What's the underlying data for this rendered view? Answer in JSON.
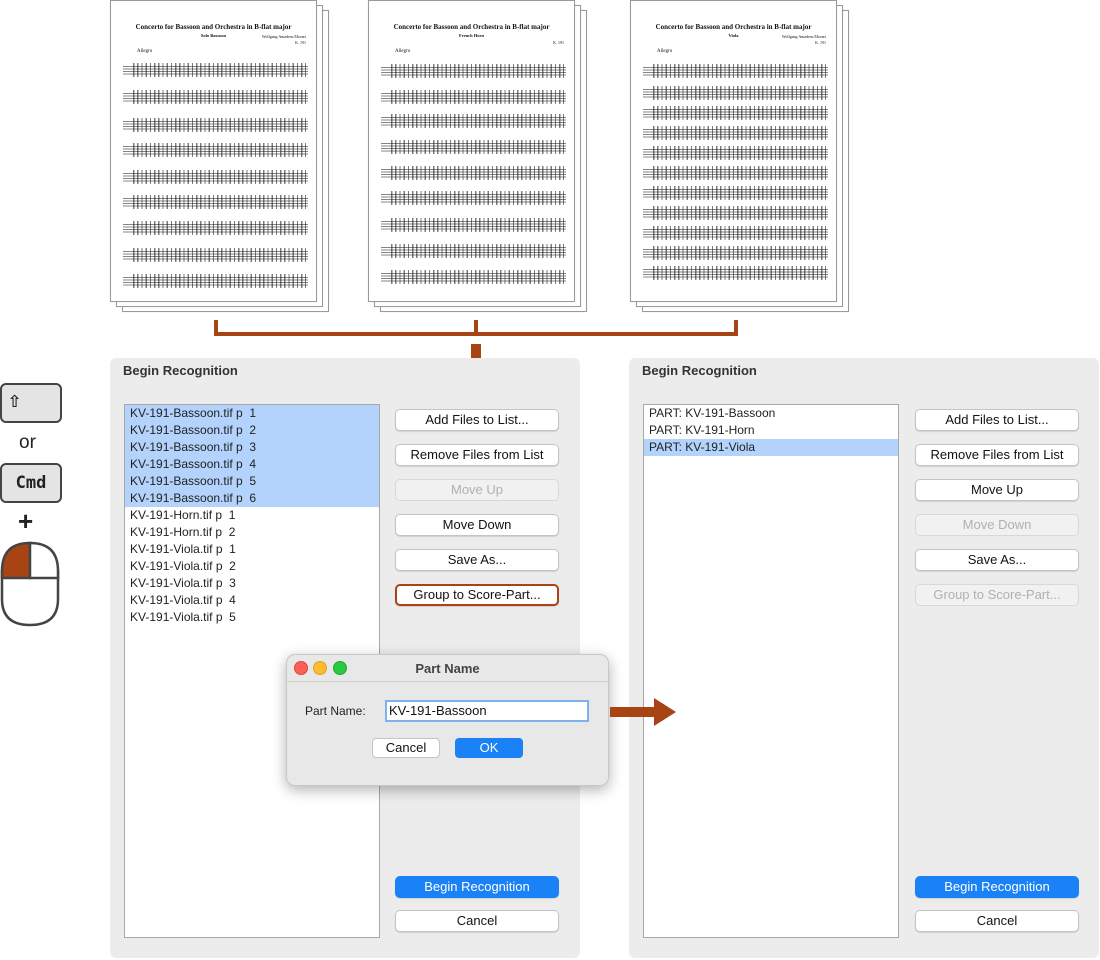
{
  "sheets": [
    {
      "title": "Concerto for Bassoon and Orchestra in B-flat major",
      "subtitle": "Solo Bassoon",
      "composer": "Wolfgang Amadeus Mozart",
      "catalog": "K. 191",
      "tempo": "Allegro"
    },
    {
      "title": "Concerto for Bassoon and Orchestra in B-flat major",
      "subtitle": "French Horn",
      "composer": "",
      "catalog": "K. 191",
      "tempo": "Allegro"
    },
    {
      "title": "Concerto for Bassoon and Orchestra in B-flat major",
      "subtitle": "Viola",
      "composer": "Wolfgang Amadeus Mozart",
      "catalog": "K. 191",
      "tempo": "Allegro"
    }
  ],
  "keys": {
    "shift_symbol": "⇧",
    "or_label": "or",
    "cmd_label": "Cmd",
    "plus_label": "+"
  },
  "left_panel": {
    "title": "Begin Recognition",
    "files": [
      {
        "label": "KV-191-Bassoon.tif p  1",
        "selected": true
      },
      {
        "label": "KV-191-Bassoon.tif p  2",
        "selected": true
      },
      {
        "label": "KV-191-Bassoon.tif p  3",
        "selected": true
      },
      {
        "label": "KV-191-Bassoon.tif p  4",
        "selected": true
      },
      {
        "label": "KV-191-Bassoon.tif p  5",
        "selected": true
      },
      {
        "label": "KV-191-Bassoon.tif p  6",
        "selected": true
      },
      {
        "label": "KV-191-Horn.tif p  1",
        "selected": false
      },
      {
        "label": "KV-191-Horn.tif p  2",
        "selected": false
      },
      {
        "label": "KV-191-Viola.tif p  1",
        "selected": false
      },
      {
        "label": "KV-191-Viola.tif p  2",
        "selected": false
      },
      {
        "label": "KV-191-Viola.tif p  3",
        "selected": false
      },
      {
        "label": "KV-191-Viola.tif p  4",
        "selected": false
      },
      {
        "label": "KV-191-Viola.tif p  5",
        "selected": false
      }
    ],
    "buttons": {
      "add_files": "Add Files to List...",
      "remove_files": "Remove Files from List",
      "move_up": "Move Up",
      "move_down": "Move Down",
      "save_as": "Save As...",
      "group": "Group to Score-Part...",
      "begin": "Begin Recognition",
      "cancel": "Cancel"
    }
  },
  "dialog": {
    "title": "Part Name",
    "label": "Part Name:",
    "value": "KV-191-Bassoon",
    "cancel": "Cancel",
    "ok": "OK"
  },
  "right_panel": {
    "title": "Begin Recognition",
    "parts": [
      {
        "label": "PART: KV-191-Bassoon",
        "selected": false
      },
      {
        "label": "PART: KV-191-Horn",
        "selected": false
      },
      {
        "label": "PART: KV-191-Viola",
        "selected": true
      }
    ],
    "buttons": {
      "add_files": "Add Files to List...",
      "remove_files": "Remove Files from List",
      "move_up": "Move Up",
      "move_down": "Move Down",
      "save_as": "Save As...",
      "group": "Group to Score-Part...",
      "begin": "Begin Recognition",
      "cancel": "Cancel"
    }
  },
  "colors": {
    "accent": "#a84414",
    "selection": "#b3d3fc",
    "primary_button": "#1a82f6"
  }
}
